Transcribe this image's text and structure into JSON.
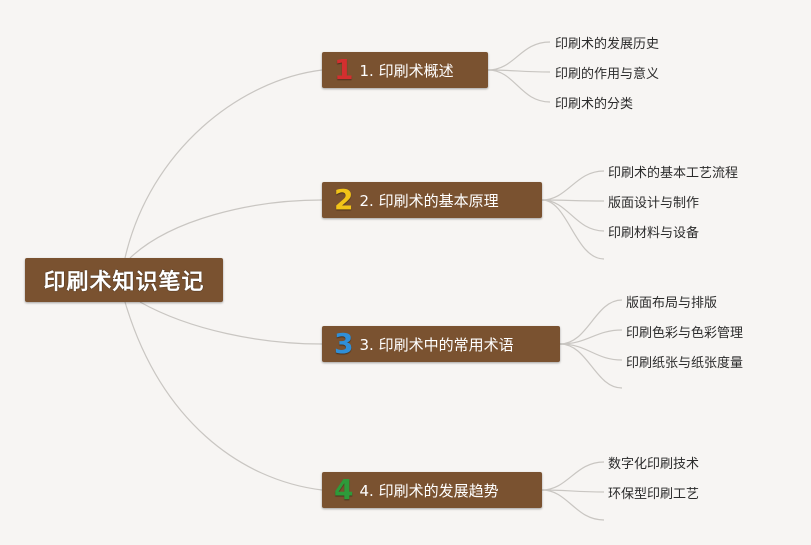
{
  "root": {
    "label": "印刷术知识笔记"
  },
  "branches": [
    {
      "number": "1",
      "number_color": "#d32f2f",
      "label": "1. 印刷术概述",
      "leaves": [
        "印刷术的发展历史",
        "印刷的作用与意义",
        "印刷术的分类"
      ]
    },
    {
      "number": "2",
      "number_color": "#f2c418",
      "label": "2. 印刷术的基本原理",
      "leaves": [
        "印刷术的基本工艺流程",
        "版面设计与制作",
        "印刷材料与设备"
      ]
    },
    {
      "number": "3",
      "number_color": "#2f8fd8",
      "label": "3. 印刷术中的常用术语",
      "leaves": [
        "版面布局与排版",
        "印刷色彩与色彩管理",
        "印刷纸张与纸张度量"
      ]
    },
    {
      "number": "4",
      "number_color": "#2e9a3a",
      "label": "4. 印刷术的发展趋势",
      "leaves": [
        "数字化印刷技术",
        "环保型印刷工艺"
      ]
    }
  ],
  "colors": {
    "node_fill": "#7a5230",
    "connector": "#c9c6c2",
    "background": "#f7f5f3"
  }
}
